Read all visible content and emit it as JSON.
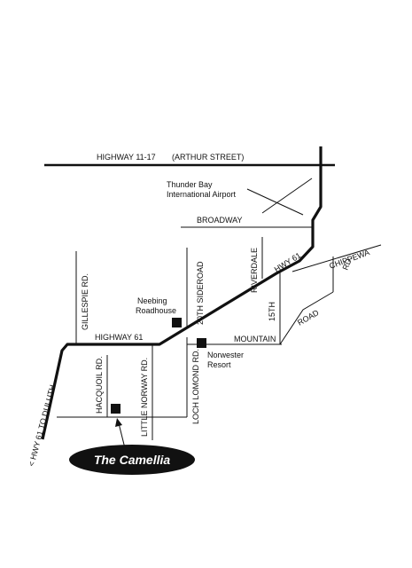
{
  "map": {
    "roads": {
      "highway_11_17": "HIGHWAY 11-17",
      "arthur_street": "(ARTHUR STREET)",
      "broadway": "BROADWAY",
      "hwy_61_east": "HWY 61",
      "chippewa": "CHIPPEWA",
      "chippewa_rd": "RD.",
      "riverdale": "RIVERDALE",
      "fifteenth": "15TH",
      "road": "ROAD",
      "mountain": "MOUNTAIN",
      "twentieth_sideroad": "20TH SIDEROAD",
      "gillespie": "GILLESPIE RD.",
      "highway_61": "HIGHWAY 61",
      "hacquoil": "HACQUOIL RD.",
      "little_norway": "LITTLE NORWAY RD.",
      "loch_lomond": "LOCH LOMOND RD.",
      "hwy_61_duluth": "< HWY 61 TO DULUTH"
    },
    "places": {
      "airport_line1": "Thunder Bay",
      "airport_line2": "International Airport",
      "neebing_line1": "Neebing",
      "neebing_line2": "Roadhouse",
      "norwester_line1": "Norwester",
      "norwester_line2": "Resort"
    },
    "brand": {
      "name": "The Camellia"
    }
  },
  "colors": {
    "ink": "#111111",
    "paper": "#ffffff",
    "brand_bg": "#111111",
    "brand_text": "#ffffff"
  }
}
